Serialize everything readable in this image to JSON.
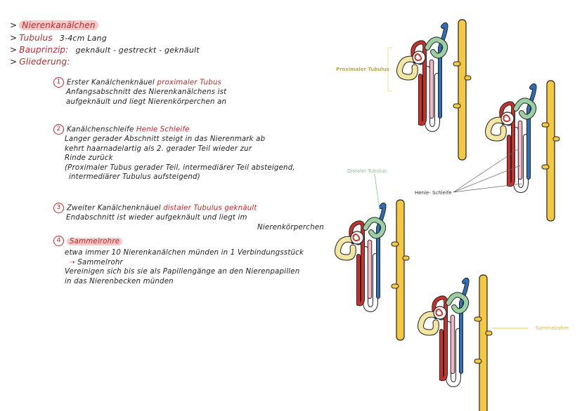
{
  "header": [
    {
      "label": "Nierenkanälchen",
      "value": ""
    },
    {
      "label": "Tubulus",
      "value": "3-4cm Lang"
    },
    {
      "label": "Bauprinzip:",
      "value": "geknäult - gestreckt - geknäult"
    },
    {
      "label": "Gliederung:",
      "value": ""
    }
  ],
  "sections": [
    {
      "num": "1",
      "title": "Erster Kanälchenknäuel",
      "title_red": "proximaler Tubus",
      "lines": [
        "Anfangsabschnitt des Nierenkanälchens ist",
        "aufgeknäult und liegt Nierenkörperchen an"
      ]
    },
    {
      "num": "2",
      "title": "Kanälchenschleife",
      "title_red": "Henle Schleife",
      "lines": [
        "Langer gerader Abschnitt steigt in das Nierenmark ab",
        "kehrt haarnadelartig als 2. gerader Teil wieder zur",
        "Rinde zurück",
        "(Proximaler Tubus gerader Teil, intermediärer Teil absteigend,",
        " intermediärer Tubulus aufsteigend)"
      ]
    },
    {
      "num": "3",
      "title": "Zweiter Kanälchenknäuel",
      "title_red": "distaler Tubulus geknäult",
      "lines": [
        "Endabschnitt ist wieder aufgeknäult und liegt im",
        "Nierenkörperchen"
      ]
    },
    {
      "num": "4",
      "title": "",
      "title_red": "Sammelrohre",
      "lines": [
        "etwa immer 10 Nierenkanälchen münden in 1 Verbindungsstück",
        "Sammelrohr",
        "Vereinigen sich bis sie als Papillengänge an den Nierenpapillen",
        "in das Nierenbecken münden"
      ]
    }
  ],
  "diagram_labels": {
    "proximal": "Proximaler Tubulus",
    "distal": "Distaler Tubulus",
    "henle": "Henle- Schleife",
    "sammelrohr": "Sammelrohre"
  },
  "colors": {
    "accent_red": "#b8282e",
    "highlight": "#f6c9c9",
    "proximal": "#f2e6a0",
    "distal": "#9ad0a4",
    "henle": "#f4b8c8",
    "collecting_duct": "#f5c842",
    "artery": "#c8302c",
    "vein": "#2f6fb5"
  }
}
